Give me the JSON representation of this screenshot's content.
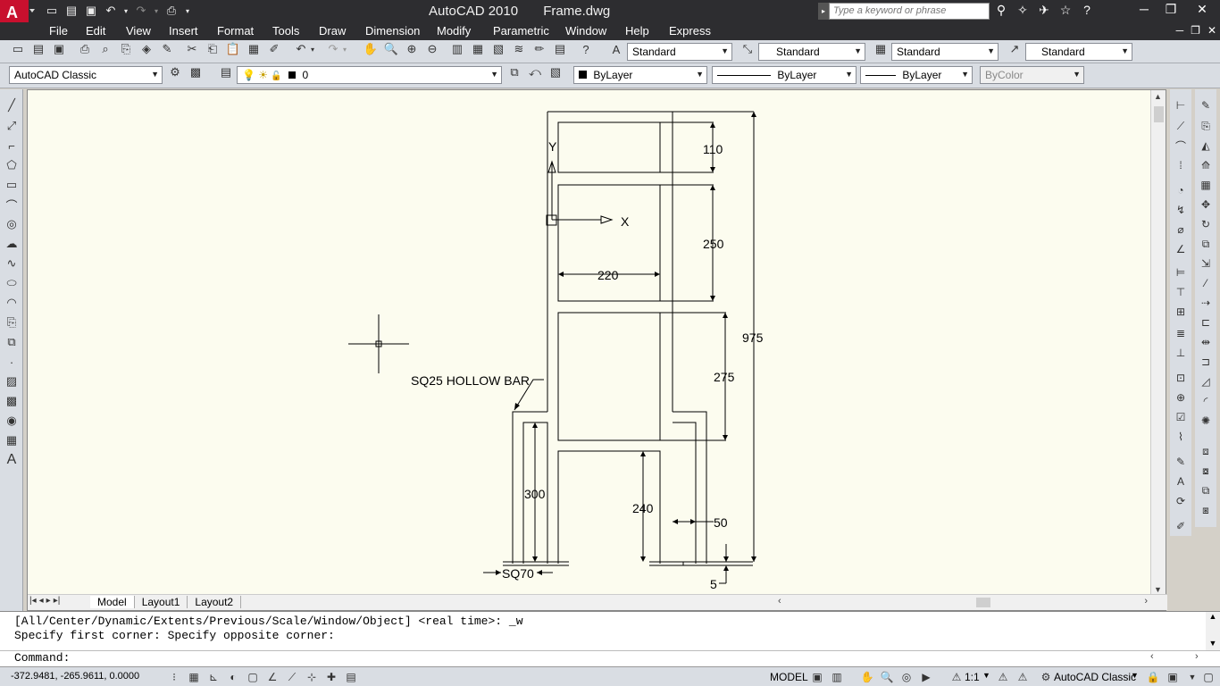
{
  "title_bar": {
    "app_name": "AutoCAD 2010",
    "file_name": "Frame.dwg",
    "search_placeholder": "Type a keyword or phrase"
  },
  "menu": {
    "items": [
      "File",
      "Edit",
      "View",
      "Insert",
      "Format",
      "Tools",
      "Draw",
      "Dimension",
      "Modify",
      "Parametric",
      "Window",
      "Help",
      "Express"
    ]
  },
  "toolbar_styles": {
    "text_style": "Standard",
    "dim_style": "Standard",
    "table_style": "Standard",
    "multileader_style": "Standard"
  },
  "workspace": "AutoCAD Classic",
  "layer": "0",
  "properties": {
    "color": "ByLayer",
    "linetype": "ByLayer",
    "lineweight": "ByLayer",
    "plot_style": "ByColor"
  },
  "drawing": {
    "ucs_y": "Y",
    "ucs_x": "X",
    "label_hollow_bar": "SQ25 HOLLOW BAR",
    "dim_110": "110",
    "dim_250": "250",
    "dim_220": "220",
    "dim_975": "975",
    "dim_275": "275",
    "dim_300": "300",
    "dim_240": "240",
    "dim_50": "50",
    "dim_sq70": "SQ70",
    "dim_5": "5"
  },
  "layout_tabs": [
    "Model",
    "Layout1",
    "Layout2"
  ],
  "command_window": {
    "line1": "[All/Center/Dynamic/Extents/Previous/Scale/Window/Object] <real time>: _w",
    "line2": "Specify first corner: Specify opposite corner:",
    "prompt": "Command:"
  },
  "status_bar": {
    "coordinates": "-372.9481, -265.9611, 0.0000",
    "model_label": "MODEL",
    "annotation_scale": "1:1",
    "workspace": "AutoCAD Classic"
  },
  "colors": {
    "canvas": "#fcfcef",
    "title_bg": "#2d2d30",
    "logo_red": "#c8102e"
  }
}
